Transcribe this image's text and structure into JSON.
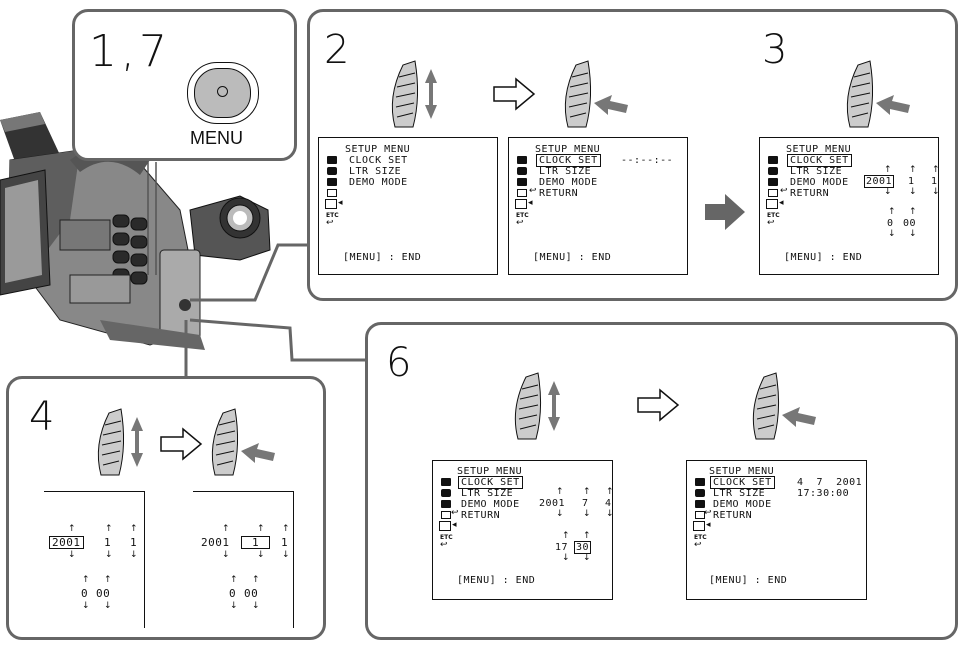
{
  "panels": {
    "p17": {
      "step": "1,7",
      "button_label": "MENU"
    },
    "p2": {
      "step": "2"
    },
    "p3": {
      "step": "3"
    },
    "p4": {
      "step": "4"
    },
    "p6": {
      "step": "6"
    }
  },
  "menu": {
    "title": "SETUP MENU",
    "clock_set": "CLOCK SET",
    "ltr_size": "LTR SIZE",
    "demo_mode": "DEMO MODE",
    "return": "RETURN",
    "end": "[MENU] : END",
    "etc": "ETC",
    "blank_time": "--:--:--"
  },
  "values": {
    "s3": {
      "year": "2001",
      "month": "1",
      "day": "1",
      "hour": "0",
      "minute": "00"
    },
    "s4a": {
      "year": "2001",
      "month": "1",
      "day": "1",
      "hour": "0",
      "minute": "00"
    },
    "s4b": {
      "year": "2001",
      "month": "1",
      "day": "1",
      "hour": "0",
      "minute": "00"
    },
    "s6a": {
      "year": "2001",
      "month": "7",
      "day": "4",
      "hour": "17",
      "minute": "30"
    },
    "s6b": {
      "date": "4  7  2001",
      "time": "17:30:00"
    }
  },
  "arrows": {
    "up": "↑",
    "down": "↓"
  },
  "icons": [
    "camera-menu-icon",
    "cassette-menu-icon",
    "tape-menu-icon",
    "setup-menu-icon",
    "etc-menu-icon",
    "return-icon",
    "control-dial-icon",
    "menu-button-icon",
    "next-arrow-icon"
  ]
}
